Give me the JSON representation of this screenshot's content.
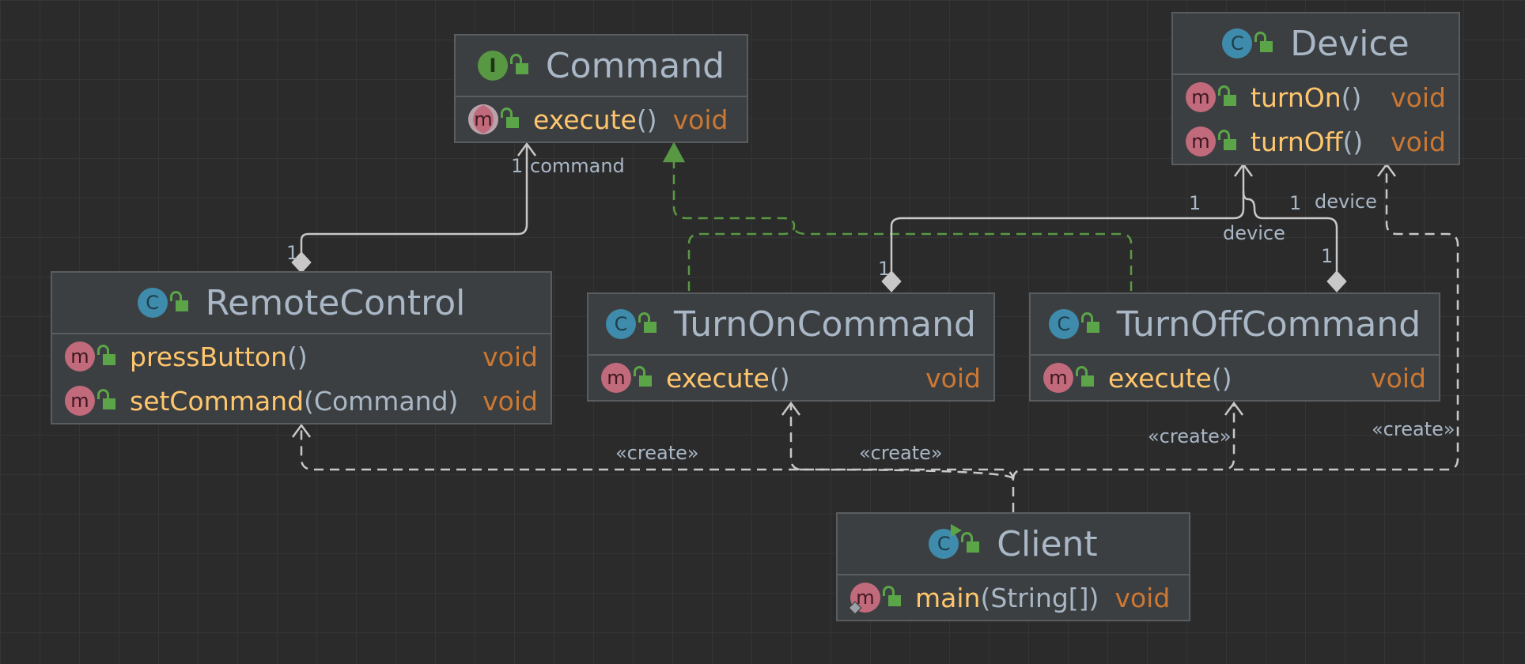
{
  "classes": {
    "command": {
      "name": "Command",
      "kind_letter": "I",
      "icon": "interface-icon",
      "methods": [
        {
          "name": "execute",
          "params": "()",
          "type": "void"
        }
      ]
    },
    "device": {
      "name": "Device",
      "kind_letter": "C",
      "icon": "class-icon",
      "methods": [
        {
          "name": "turnOn",
          "params": "()",
          "type": "void"
        },
        {
          "name": "turnOff",
          "params": "()",
          "type": "void"
        }
      ]
    },
    "remote_control": {
      "name": "RemoteControl",
      "kind_letter": "C",
      "icon": "class-icon",
      "methods": [
        {
          "name": "pressButton",
          "params": "()",
          "type": "void"
        },
        {
          "name": "setCommand",
          "params": "(Command)",
          "type": "void"
        }
      ]
    },
    "turn_on_command": {
      "name": "TurnOnCommand",
      "kind_letter": "C",
      "icon": "class-icon",
      "methods": [
        {
          "name": "execute",
          "params": "()",
          "type": "void"
        }
      ]
    },
    "turn_off_command": {
      "name": "TurnOffCommand",
      "kind_letter": "C",
      "icon": "class-icon",
      "methods": [
        {
          "name": "execute",
          "params": "()",
          "type": "void"
        }
      ]
    },
    "client": {
      "name": "Client",
      "kind_letter": "C",
      "icon": "runnable-class-icon",
      "methods": [
        {
          "name": "main",
          "params": "(String[])",
          "type": "void"
        }
      ]
    }
  },
  "method_letter": "m",
  "relations": {
    "command_mult": "1",
    "command_role": "command",
    "remote_mult": "1",
    "device_mult_left": "1",
    "device_mult_right": "1",
    "device_role_left": "device",
    "device_role_right": "device",
    "turn_on_mult": "1",
    "turn_off_mult": "1",
    "create_remote": "«create»",
    "create_turn_on": "«create»",
    "create_turn_off": "«create»",
    "create_device": "«create»"
  },
  "colors": {
    "background": "#2b2b2b",
    "node_fill": "#3c3f41",
    "node_border": "#5a5d5f",
    "method_name": "#ffc66d",
    "type": "#cc7832",
    "text": "#a9b7c6",
    "realization": "#599843",
    "line": "#c8c8c8"
  }
}
